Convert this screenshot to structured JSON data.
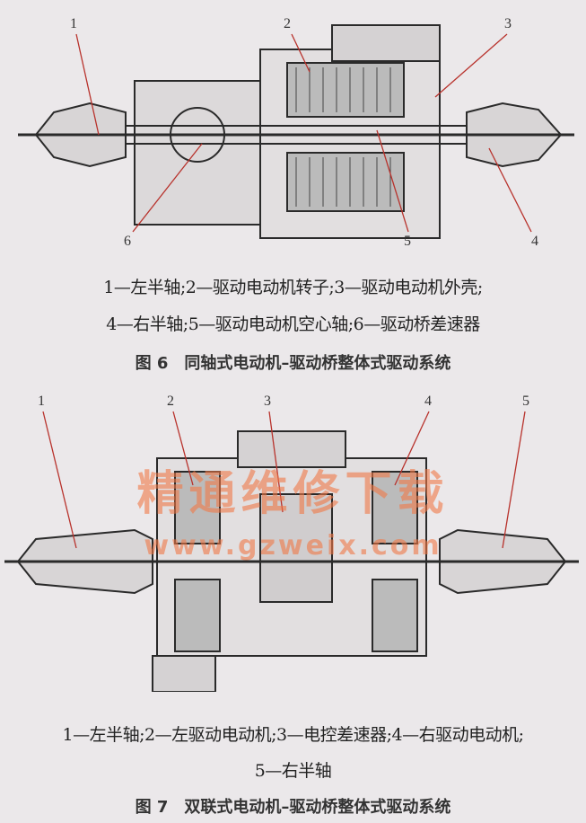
{
  "figure6": {
    "callouts": [
      "1",
      "2",
      "3",
      "4",
      "5",
      "6"
    ],
    "legend_line1": "1—左半轴;2—驱动电动机转子;3—驱动电动机外壳;",
    "legend_line2": "4—右半轴;5—驱动电动机空心轴;6—驱动桥差速器",
    "caption": "图 6　同轴式电动机–驱动桥整体式驱动系统"
  },
  "figure7": {
    "callouts": [
      "1",
      "2",
      "3",
      "4",
      "5"
    ],
    "legend_line1": "1—左半轴;2—左驱动电动机;3—电控差速器;4—右驱动电动机;",
    "legend_line2": "5—右半轴",
    "caption": "图 7　双联式电动机–驱动桥整体式驱动系统"
  },
  "watermark": {
    "title": "精通维修下载",
    "url": "www.gzweix.com"
  },
  "colors": {
    "leader": "#b8322c",
    "ink": "#2a2a2a",
    "watermark": "#f07846"
  }
}
